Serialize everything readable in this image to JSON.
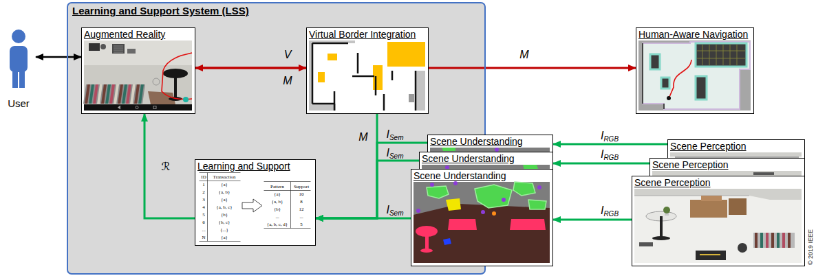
{
  "diagram": {
    "nodes": [
      {
        "text": [
          "User"
        ]
      },
      {
        "text": [
          "Learning and Support System (LSS)"
        ]
      },
      {
        "text": [
          "Augmented Reality"
        ],
        "in": 1
      },
      {
        "text": [
          "Virtual Border Integration"
        ],
        "in": 1
      },
      {
        "text": [
          "Human-Aware Navigation"
        ]
      },
      {
        "text": [
          "Learning and Support"
        ],
        "in": 1
      },
      {
        "text": [
          "Scene Understanding"
        ],
        "in": 1
      },
      {
        "text": [
          "Scene Understanding"
        ],
        "in": 1
      },
      {
        "text": [
          "Scene Understanding"
        ],
        "in": 1
      },
      {
        "text": [
          "Scene Perception"
        ]
      },
      {
        "text": [
          "Scene Perception"
        ]
      },
      {
        "text": [
          "Scene Perception"
        ]
      }
    ],
    "edges": [
      {
        "from": 0,
        "to": 2,
        "arrow": "both"
      },
      {
        "from": 2,
        "to": 3,
        "label": "V",
        "arrow": "to"
      },
      {
        "from": 3,
        "to": 2,
        "label": "M",
        "arrow": "to"
      },
      {
        "from": 3,
        "to": 4,
        "label": "M",
        "arrow": "to"
      },
      {
        "from": 3,
        "to": 5,
        "label": "M",
        "arrow": "to"
      },
      {
        "from": 6,
        "to": 5,
        "label": "ISem",
        "arrow": "to"
      },
      {
        "from": 7,
        "to": 5,
        "label": "ISem",
        "arrow": "to"
      },
      {
        "from": 8,
        "to": 5,
        "label": "ISem",
        "arrow": "to"
      },
      {
        "from": 5,
        "to": 2,
        "label": "ℛ",
        "arrow": "to"
      },
      {
        "from": 9,
        "to": 6,
        "label": "IRGB",
        "arrow": "to"
      },
      {
        "from": 10,
        "to": 7,
        "label": "IRGB",
        "arrow": "to"
      },
      {
        "from": 11,
        "to": 8,
        "label": "IRGB",
        "arrow": "to"
      }
    ],
    "labels": [
      "ID",
      "Transaction",
      "1",
      "{a}",
      "2",
      "{a, b}",
      "3",
      "{a}",
      "4",
      "{a, b, c}",
      "5",
      "{b}",
      "6",
      "{b, c}",
      "...",
      "{...}",
      "N",
      "{a}",
      "Pattern",
      "Support",
      "{a}",
      "10",
      "{a, b}",
      "8",
      "{b}",
      "12",
      "...",
      "...",
      "{a, b, c, d}",
      "5",
      "© 2019 IEEE"
    ]
  }
}
